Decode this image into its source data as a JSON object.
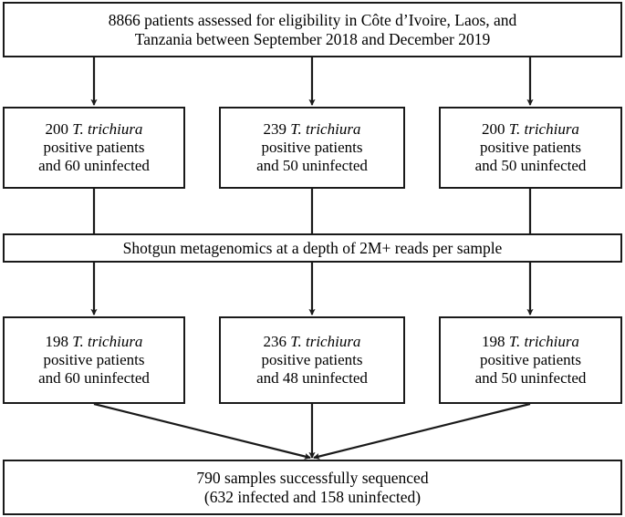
{
  "diagram": {
    "title_note": "study-enrollment-flowchart",
    "colors": {
      "stroke": "#1a1a1a",
      "background": "#ffffff",
      "text": "#000000"
    },
    "nodes": {
      "assessed": {
        "line1": "8866 patients assessed for eligibility in  Côte d’Ivoire, Laos, and",
        "line2": "Tanzania between September 2018 and December 2019"
      },
      "cohort_civ": {
        "count": "200",
        "species": "T. trichiura",
        "line2": "positive patients",
        "line3": "and 60 uninfected"
      },
      "cohort_laos": {
        "count": "239",
        "species": "T. trichiura",
        "line2": "positive patients",
        "line3": "and 50 uninfected"
      },
      "cohort_tza": {
        "count": "200",
        "species": "T. trichiura",
        "line2": "positive patients",
        "line3": "and 50 uninfected"
      },
      "sequencing": {
        "line1": "Shotgun metagenomics at a depth of 2M+ reads per sample"
      },
      "seq_civ": {
        "count": "198",
        "species": "T. trichiura",
        "line2": "positive patients",
        "line3": "and 60 uninfected"
      },
      "seq_laos": {
        "count": "236",
        "species": "T. trichiura",
        "line2": "positive patients",
        "line3": "and 48 uninfected"
      },
      "seq_tza": {
        "count": "198",
        "species": "T. trichiura",
        "line2": "positive patients",
        "line3": "and 50 uninfected"
      },
      "total": {
        "line1": "790 samples successfully sequenced",
        "line2": "(632 infected and 158 uninfected)"
      }
    }
  }
}
